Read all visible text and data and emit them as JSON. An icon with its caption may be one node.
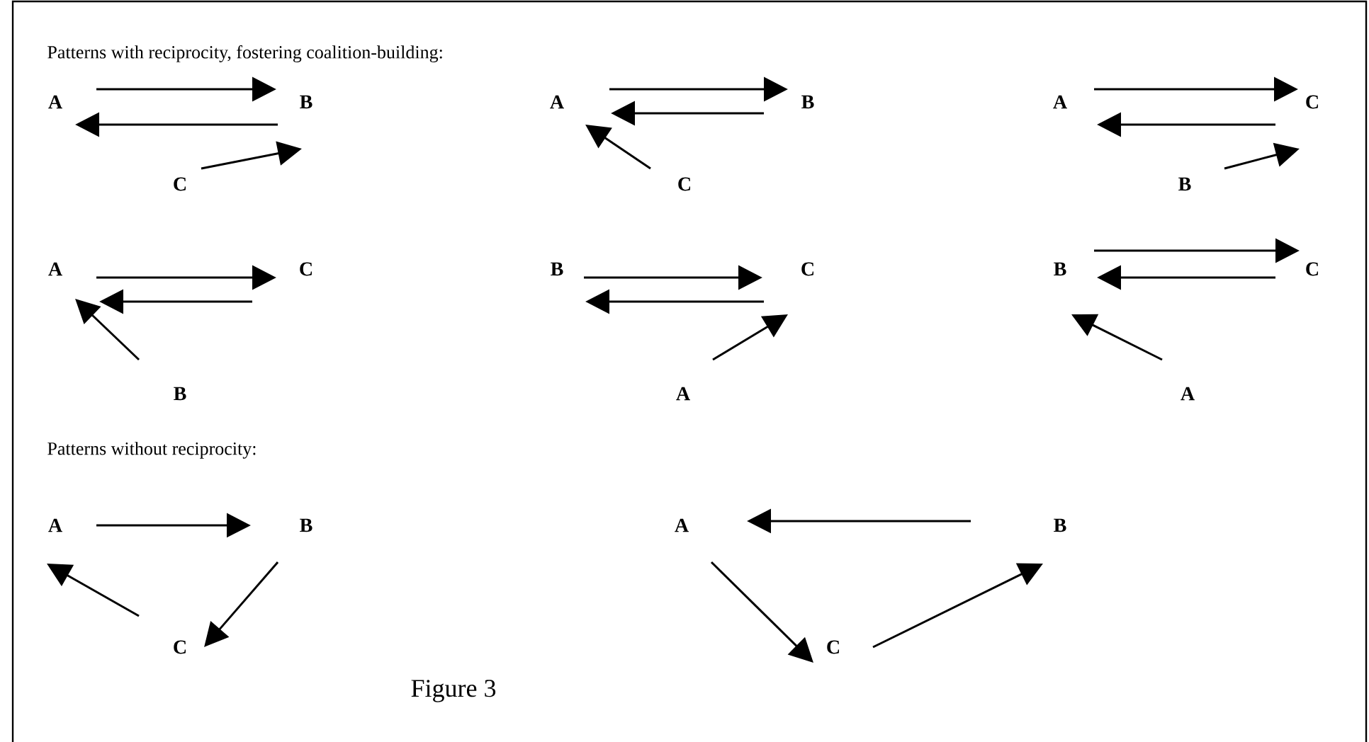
{
  "diagram": {
    "caption": "Figure 3",
    "nodes": [
      {
        "text": [
          "A"
        ]
      },
      {
        "text": [
          "B"
        ]
      },
      {
        "text": [
          "C"
        ]
      },
      {
        "text": [
          "A"
        ]
      },
      {
        "text": [
          "B"
        ]
      },
      {
        "text": [
          "C"
        ]
      },
      {
        "text": [
          "A"
        ]
      },
      {
        "text": [
          "C"
        ]
      },
      {
        "text": [
          "B"
        ]
      },
      {
        "text": [
          "A"
        ]
      },
      {
        "text": [
          "C"
        ]
      },
      {
        "text": [
          "B"
        ]
      },
      {
        "text": [
          "B"
        ]
      },
      {
        "text": [
          "C"
        ]
      },
      {
        "text": [
          "A"
        ]
      },
      {
        "text": [
          "B"
        ]
      },
      {
        "text": [
          "C"
        ]
      },
      {
        "text": [
          "A"
        ]
      },
      {
        "text": [
          "A"
        ]
      },
      {
        "text": [
          "B"
        ]
      },
      {
        "text": [
          "C"
        ]
      },
      {
        "text": [
          "A"
        ]
      },
      {
        "text": [
          "B"
        ]
      },
      {
        "text": [
          "C"
        ]
      }
    ],
    "edges": [
      {
        "from": 0,
        "to": 1,
        "arrow": "to"
      },
      {
        "from": 1,
        "to": 0,
        "arrow": "to"
      },
      {
        "from": 2,
        "to": 1,
        "arrow": "to"
      },
      {
        "from": 3,
        "to": 4,
        "arrow": "to"
      },
      {
        "from": 4,
        "to": 3,
        "arrow": "to"
      },
      {
        "from": 5,
        "to": 3,
        "arrow": "to"
      },
      {
        "from": 6,
        "to": 7,
        "arrow": "to"
      },
      {
        "from": 7,
        "to": 6,
        "arrow": "to"
      },
      {
        "from": 8,
        "to": 7,
        "arrow": "to"
      },
      {
        "from": 9,
        "to": 10,
        "arrow": "to"
      },
      {
        "from": 10,
        "to": 9,
        "arrow": "to"
      },
      {
        "from": 11,
        "to": 9,
        "arrow": "to"
      },
      {
        "from": 12,
        "to": 13,
        "arrow": "to"
      },
      {
        "from": 13,
        "to": 12,
        "arrow": "to"
      },
      {
        "from": 14,
        "to": 13,
        "arrow": "to"
      },
      {
        "from": 15,
        "to": 16,
        "arrow": "to"
      },
      {
        "from": 16,
        "to": 15,
        "arrow": "to"
      },
      {
        "from": 17,
        "to": 15,
        "arrow": "to"
      },
      {
        "from": 18,
        "to": 19,
        "arrow": "to"
      },
      {
        "from": 19,
        "to": 20,
        "arrow": "to"
      },
      {
        "from": 20,
        "to": 18,
        "arrow": "to"
      },
      {
        "from": 22,
        "to": 21,
        "arrow": "to"
      },
      {
        "from": 21,
        "to": 23,
        "arrow": "to"
      },
      {
        "from": 23,
        "to": 22,
        "arrow": "to"
      }
    ],
    "labels": [
      "Patterns with reciprocity, fostering coalition-building:",
      "Patterns without reciprocity:"
    ]
  }
}
